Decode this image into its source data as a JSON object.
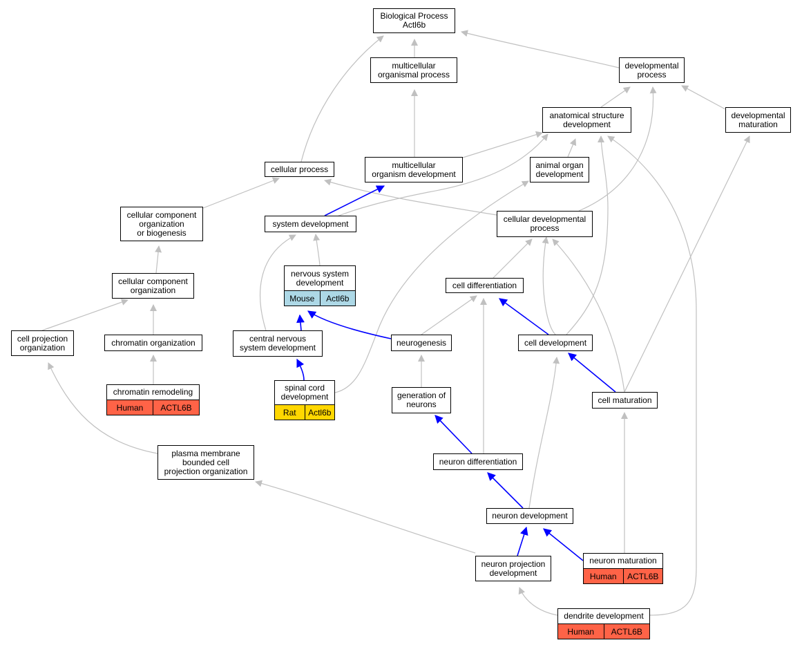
{
  "colors": {
    "edge_gray": "#c0c0c0",
    "edge_blue": "#0000ff",
    "human_bar": "#ff6347",
    "mouse_bar": "#add8e6",
    "rat_bar": "#ffd700"
  },
  "nodes": {
    "bp": "Biological Process\nActl6b",
    "mop": "multicellular\norganismal process",
    "devp": "developmental\nprocess",
    "asd": "anatomical structure\ndevelopment",
    "devmat": "developmental\nmaturation",
    "cp": "cellular process",
    "mod": "multicellular\norganism development",
    "aod": "animal organ\ndevelopment",
    "ccob": "cellular component\norganization\nor biogenesis",
    "sysdev": "system development",
    "cdp": "cellular developmental\nprocess",
    "cco": "cellular component\norganization",
    "nsd": "nervous system\ndevelopment",
    "celldiff": "cell differentiation",
    "cpo": "cell projection\norganization",
    "chromo": "chromatin organization",
    "cnsd": "central nervous\nsystem development",
    "neurogen": "neurogenesis",
    "celldev": "cell development",
    "chromrem": "chromatin remodeling",
    "scd": "spinal cord\ndevelopment",
    "gon": "generation of\nneurons",
    "cellmat": "cell maturation",
    "pmbcpo": "plasma membrane\nbounded cell\nprojection organization",
    "neurdiff": "neuron differentiation",
    "neurdev": "neuron development",
    "npd": "neuron projection\ndevelopment",
    "neurmat": "neuron maturation",
    "dendev": "dendrite development"
  },
  "annotations": {
    "nsd": {
      "species": "Mouse",
      "gene": "Actl6b"
    },
    "chromrem": {
      "species": "Human",
      "gene": "ACTL6B"
    },
    "scd": {
      "species": "Rat",
      "gene": "Actl6b"
    },
    "neurmat": {
      "species": "Human",
      "gene": "ACTL6B"
    },
    "dendev": {
      "species": "Human",
      "gene": "ACTL6B"
    }
  }
}
